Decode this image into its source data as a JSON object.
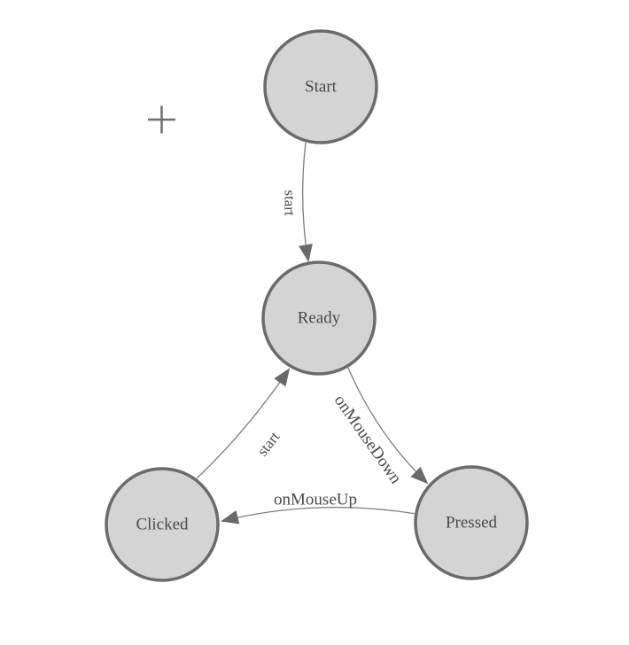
{
  "diagram": {
    "type": "finite-state-machine",
    "nodes": [
      {
        "id": "start",
        "label": "Start"
      },
      {
        "id": "ready",
        "label": "Ready"
      },
      {
        "id": "clicked",
        "label": "Clicked"
      },
      {
        "id": "pressed",
        "label": "Pressed"
      }
    ],
    "edges": [
      {
        "from": "Start",
        "to": "Ready",
        "label": "start"
      },
      {
        "from": "Ready",
        "to": "Pressed",
        "label": "onMouseDown"
      },
      {
        "from": "Pressed",
        "to": "Clicked",
        "label": "onMouseUp"
      },
      {
        "from": "Clicked",
        "to": "Ready",
        "label": "start"
      }
    ],
    "colors": {
      "background": "#ffffff",
      "node_fill": "#d4d4d4",
      "node_stroke": "#6b6b6b",
      "edge_line": "#7d7d7d",
      "arrowhead": "#6a6a6a",
      "label_text": "#4a4a4a",
      "crosshair": "#6e6e6e"
    },
    "icons": {
      "origin_marker": "plus-crosshair-icon"
    }
  }
}
